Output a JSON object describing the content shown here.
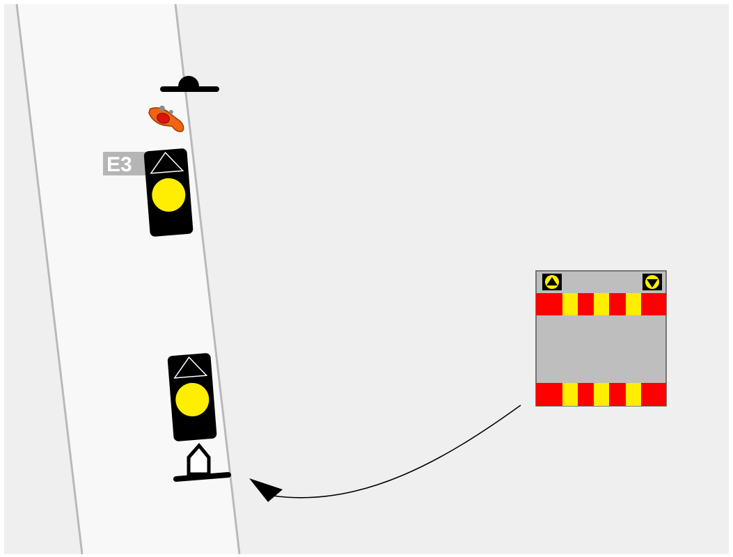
{
  "diagram": {
    "road_label": "E3",
    "colors": {
      "canvas": "#efefef",
      "road": "#f8f8f8",
      "road_edge": "#b9b9b9",
      "signal_body": "#000000",
      "signal_lamp": "#ffee00",
      "barrier_red": "#ff0000",
      "barrier_yellow": "#ffee00",
      "vehicle_body": "#bebebe",
      "cyclist": "#f06414"
    },
    "symbols": [
      "junction-signal-symbol",
      "cyclist-icon",
      "traffic-signal-north",
      "traffic-signal-south",
      "signal-post-symbol",
      "work-vehicle-with-barriers",
      "movement-arrow"
    ]
  }
}
